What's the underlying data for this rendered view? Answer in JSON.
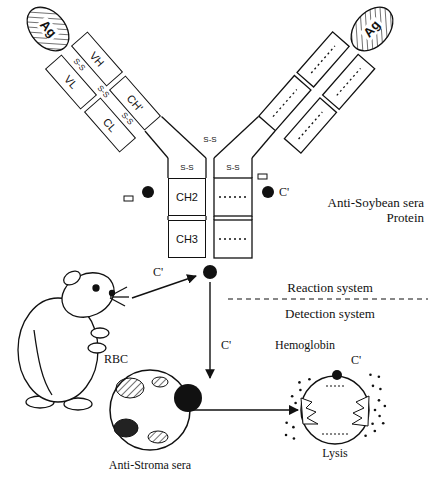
{
  "diagram": {
    "nodes": [
      {
        "text": [
          "Ag"
        ]
      },
      {
        "text": [
          "Ag"
        ]
      },
      {
        "text": [
          "VH"
        ]
      },
      {
        "text": [
          "CH'"
        ]
      },
      {
        "text": [
          "VL"
        ]
      },
      {
        "text": [
          "CL"
        ]
      },
      {
        "text": [
          "CH2"
        ]
      },
      {
        "text": [
          "CH3"
        ]
      },
      {
        "text": [
          "RBC",
          "Anti-Stroma sera"
        ]
      },
      {
        "text": [
          "Lysis"
        ]
      }
    ],
    "edges": [
      {
        "from": 8,
        "to": 9,
        "arrow": "to"
      }
    ],
    "labels": [
      "S-S",
      "S-S",
      "S-S",
      "S-S",
      "S-S",
      "S-S",
      "C'",
      "C'",
      "C'",
      "C'",
      "Anti-Soybean sera Protein",
      "Reaction system",
      "Detection system",
      "Hemoglobin"
    ]
  }
}
